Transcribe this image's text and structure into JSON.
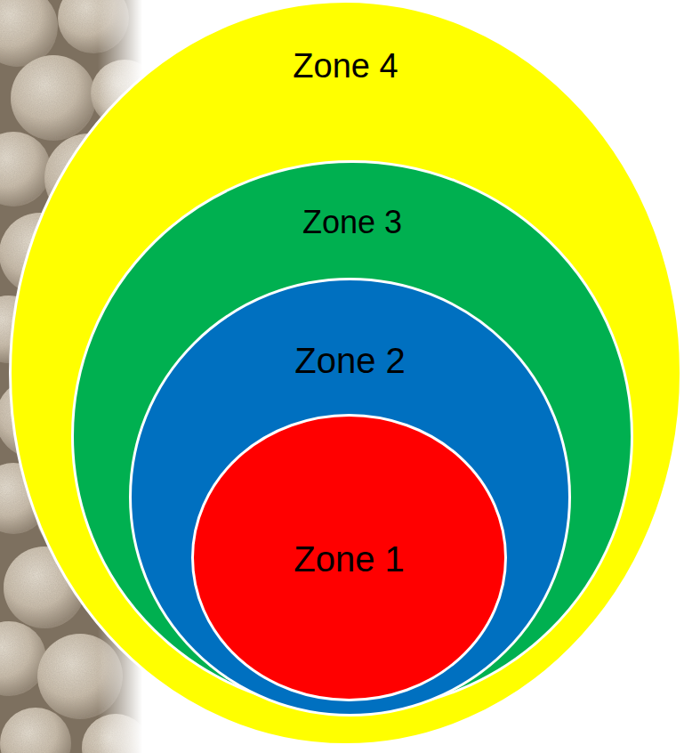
{
  "diagram": {
    "nodes": [
      {
        "text": [
          "Zone 4"
        ]
      },
      {
        "text": [
          "Zone 3"
        ],
        "in": 0
      },
      {
        "text": [
          "Zone 2"
        ],
        "in": 1
      },
      {
        "text": [
          "Zone 1"
        ],
        "in": 2
      }
    ]
  }
}
